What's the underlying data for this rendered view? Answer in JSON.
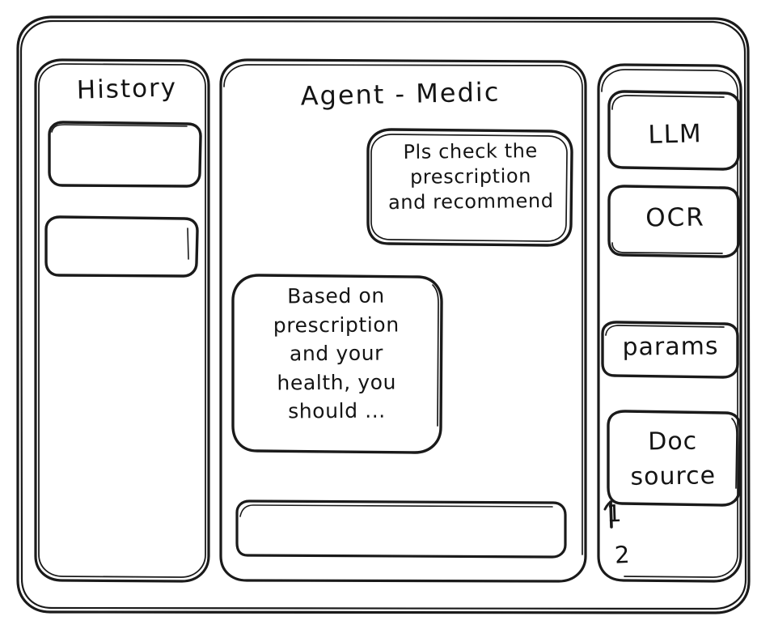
{
  "window": {
    "name": "agent-chat-wireframe",
    "style": "hand-drawn-sketch",
    "stroke_color": "#1a1a1a",
    "background_color": "#ffffff"
  },
  "sidebar_left": {
    "title": "History",
    "items": [
      {
        "label": ""
      },
      {
        "label": ""
      }
    ]
  },
  "main": {
    "title": "Agent - Medic",
    "messages": [
      {
        "role": "user",
        "text": "Pls check the\nprescription\nand recommend"
      },
      {
        "role": "assistant",
        "text": "Based on\nprescription\nand your\nhealth, you\nshould ..."
      }
    ],
    "composer": {
      "value": "",
      "placeholder": ""
    }
  },
  "sidebar_right": {
    "buttons": [
      {
        "label": "LLM"
      },
      {
        "label": "OCR"
      },
      {
        "label": "params"
      },
      {
        "label": "Doc\nsource"
      }
    ],
    "doc_source_items": [
      {
        "label": "1"
      },
      {
        "label": "2"
      }
    ]
  }
}
